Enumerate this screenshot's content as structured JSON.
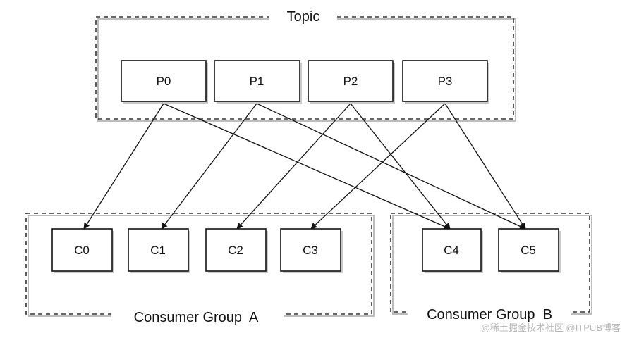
{
  "topic": {
    "label": "Topic"
  },
  "partitions": [
    {
      "id": "P0",
      "label": "P0"
    },
    {
      "id": "P1",
      "label": "P1"
    },
    {
      "id": "P2",
      "label": "P2"
    },
    {
      "id": "P3",
      "label": "P3"
    }
  ],
  "groups": [
    {
      "id": "A",
      "label": "Consumer Group  A",
      "consumers": [
        {
          "id": "C0",
          "label": "C0"
        },
        {
          "id": "C1",
          "label": "C1"
        },
        {
          "id": "C2",
          "label": "C2"
        },
        {
          "id": "C3",
          "label": "C3"
        }
      ]
    },
    {
      "id": "B",
      "label": "Consumer Group  B",
      "consumers": [
        {
          "id": "C4",
          "label": "C4"
        },
        {
          "id": "C5",
          "label": "C5"
        }
      ]
    }
  ],
  "edges": [
    {
      "from": "P0",
      "to": "C0"
    },
    {
      "from": "P0",
      "to": "C4"
    },
    {
      "from": "P1",
      "to": "C1"
    },
    {
      "from": "P1",
      "to": "C5"
    },
    {
      "from": "P2",
      "to": "C2"
    },
    {
      "from": "P2",
      "to": "C4"
    },
    {
      "from": "P3",
      "to": "C3"
    },
    {
      "from": "P3",
      "to": "C5"
    }
  ],
  "watermark": "@稀土掘金技术社区 @ITPUB博客",
  "colors": {
    "line": "#111111",
    "frame": "#333333",
    "box_fill": "#ffffff",
    "watermark": "#b9b9b9"
  }
}
